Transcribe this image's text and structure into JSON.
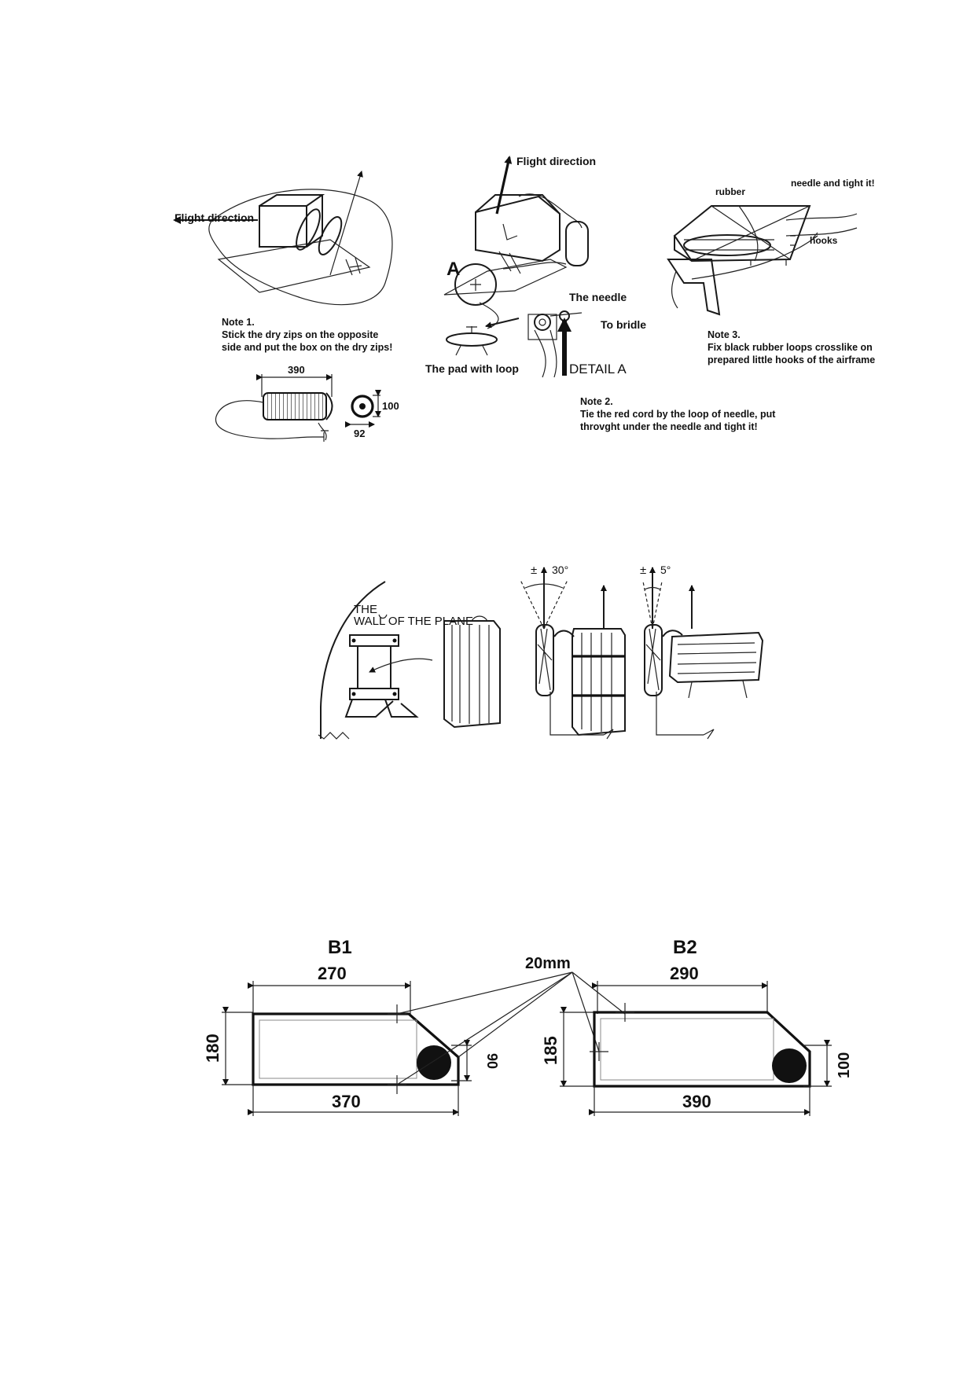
{
  "top_left": {
    "flight_direction": "Flight direction",
    "note1_title": "Note 1.",
    "note1_line1": "Stick the dry zips on the opposite",
    "note1_line2": "side and put the box on the dry zips!",
    "dim_length": "390",
    "dim_height": "100",
    "dim_width": "92"
  },
  "top_middle": {
    "flight_direction": "Flight direction",
    "detail_marker": "A",
    "the_needle": "The needle",
    "to_bridle": "To bridle",
    "pad_with_loop": "The pad with loop",
    "detail_a": "DETAIL  A",
    "note2_title": "Note 2.",
    "note2_line1": "Tie the red cord by the loop of needle, put",
    "note2_line2": "throvght under the needle and tight it!"
  },
  "top_right": {
    "rubber": "rubber",
    "needle_tight": "needle and tight it!",
    "hooks": "hooks",
    "note3_title": "Note 3.",
    "note3_line1": "Fix black rubber loops crosslike on",
    "note3_line2": "prepared little hooks of the airframe"
  },
  "middle": {
    "wall_line1": "THE",
    "wall_line2": "WALL OF THE PLANE",
    "angle1": "30°",
    "angle2": "5°",
    "pm": "±"
  },
  "bottom": {
    "b1": {
      "title": "B1",
      "top_dim": "270",
      "left_dim": "180",
      "right_dim": "90",
      "bottom_dim": "370"
    },
    "b2": {
      "title": "B2",
      "top_dim": "290",
      "left_dim": "185",
      "right_dim": "100",
      "bottom_dim": "390"
    },
    "shared_label": "20mm"
  }
}
